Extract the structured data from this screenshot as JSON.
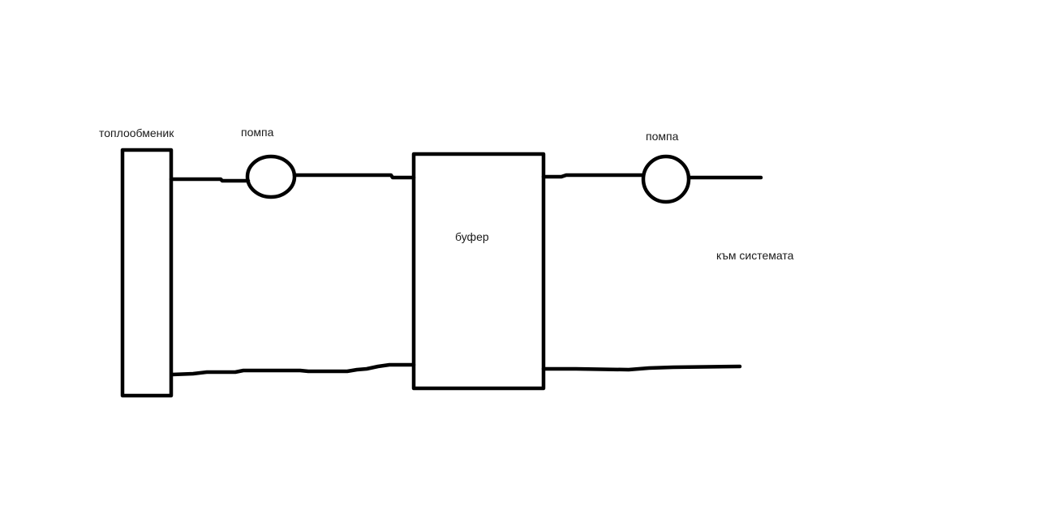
{
  "labels": {
    "heat_exchanger": "топлообменик",
    "pump_left": "помпа",
    "buffer": "буфер",
    "pump_right": "помпа",
    "to_system": "към системата"
  },
  "colors": {
    "stroke": "#000000",
    "text": "#1a1a1a",
    "background": "#ffffff"
  }
}
